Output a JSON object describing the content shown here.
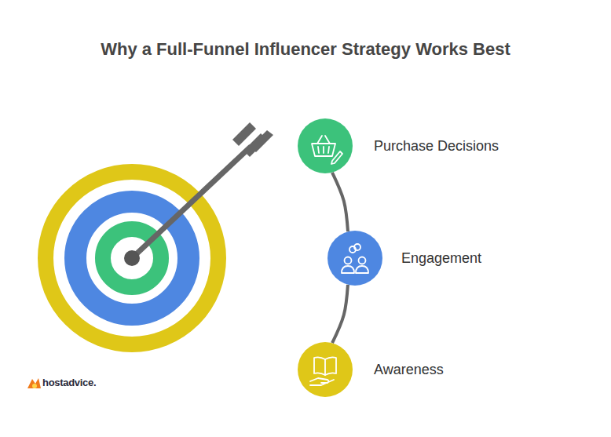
{
  "diagram": {
    "title": "Why a Full-Funnel Influencer Strategy Works Best",
    "nodes": [
      {
        "text": [
          "Purchase Decisions"
        ]
      },
      {
        "text": [
          "Engagement"
        ]
      },
      {
        "text": [
          "Awareness"
        ]
      }
    ],
    "edges": [
      {
        "from": 0,
        "to": 1,
        "arrow": "none"
      },
      {
        "from": 1,
        "to": 2,
        "arrow": "none"
      }
    ],
    "labels": [
      "hostadvice."
    ]
  }
}
